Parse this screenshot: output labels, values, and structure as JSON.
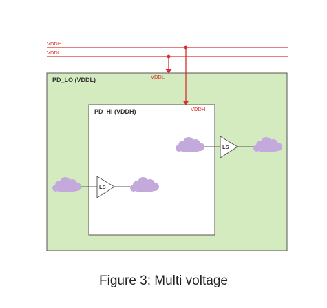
{
  "rails": {
    "vddh_label": "VDDH",
    "vddl_label": "VDDL"
  },
  "domains": {
    "lo_label": "PD_LO (VDDL)",
    "hi_label": "PD_HI (VDDH)"
  },
  "taps": {
    "vddl_label": "VDDL",
    "vddh_label": "VDDH"
  },
  "level_shifters": {
    "upper_label": "LS",
    "lower_label": "LS"
  },
  "caption": "Figure 3: Multi voltage",
  "colors": {
    "rail": "#d8302e",
    "pd_lo_fill": "#d4ebc0",
    "pd_hi_fill": "#ffffff",
    "cloud": "#c3a9dc",
    "border": "#555555"
  },
  "icons": [
    "cloud-icon",
    "level-shifter-triangle-icon",
    "power-arrow-icon"
  ]
}
